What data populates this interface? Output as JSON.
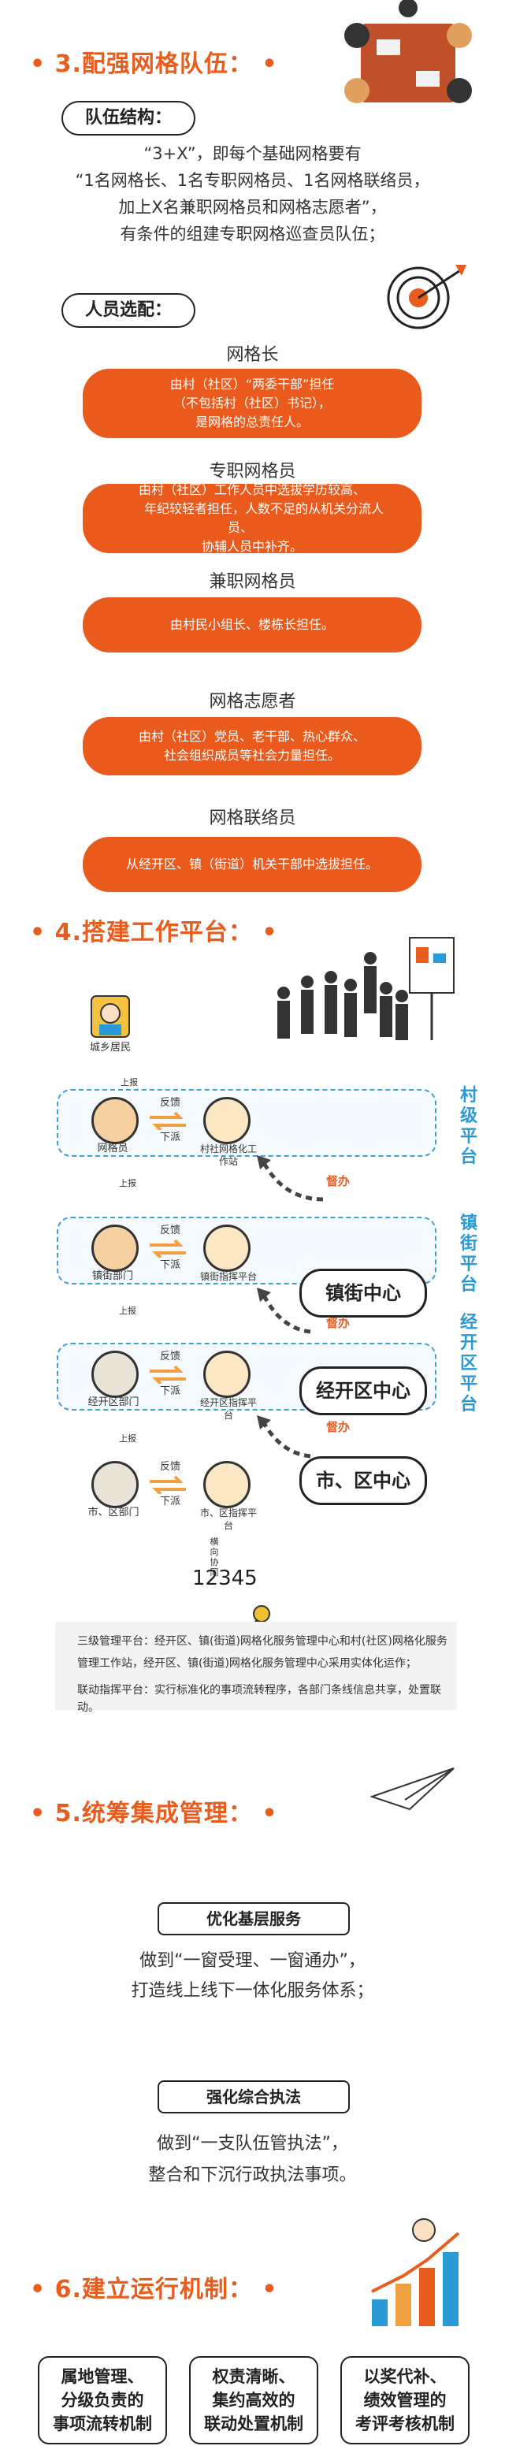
{
  "sec3": {
    "title": "3.配强网格队伍：",
    "structure_label": "队伍结构：",
    "structure_text": [
      "“3+X”，即每个基础网格要有",
      "“1名网格长、1名专职网格员、1名网格联络员，",
      "加上X名兼职网格员和网格志愿者”，",
      "有条件的组建专职网格巡查员队伍；"
    ],
    "selection_label": "人员选配：",
    "roles": [
      {
        "name": "网格长",
        "desc": [
          "由村（社区）“两委干部”担任",
          "（不包括村（社区）书记），",
          "是网格的总责任人。"
        ]
      },
      {
        "name": "专职网格员",
        "desc": [
          "由村（社区）工作人员中选拔学历较高、",
          "年纪较轻者担任，人数不足的从机关分流人员、",
          "协辅人员中补齐。"
        ]
      },
      {
        "name": "兼职网格员",
        "desc": [
          "由村民小组长、楼栋长担任。"
        ]
      },
      {
        "name": "网格志愿者",
        "desc": [
          "由村（社区）党员、老干部、热心群众、",
          "社会组织成员等社会力量担任。"
        ]
      },
      {
        "name": "网格联络员",
        "desc": [
          "从经开区、镇（街道）机关干部中选拔担任。"
        ]
      }
    ]
  },
  "sec4": {
    "title": "4.搭建工作平台：",
    "resident": "城乡居民",
    "levels": [
      {
        "left": "网格员",
        "right": "村社网格化工作站",
        "side": "村级平台"
      },
      {
        "left": "镇街部门",
        "right": "镇街指挥平台",
        "side": "镇街平台",
        "center": "镇街中心"
      },
      {
        "left": "经开区部门",
        "right": "经开区指挥平台",
        "side": "经开区平台",
        "center": "经开区中心"
      },
      {
        "left": "市、区部门",
        "right": "市、区指挥平台",
        "center": "市、区中心"
      }
    ],
    "feedback": "反馈",
    "report": "上报",
    "dispatch": "下派",
    "supervise": "督办",
    "hotline": "12345",
    "vertical_link": "横向协同",
    "notes": [
      "三级管理平台：经开区、镇(街道)网格化服务管理中心和村(社区)网格化服务",
      "管理工作站，经开区、镇(街道)网格化服务管理中心采用实体化运作；",
      "联动指挥平台：实行标准化的事项流转程序，各部门条线信息共享，处置联动。"
    ]
  },
  "sec5": {
    "title": "5.统筹集成管理：",
    "item1_head": "优化基层服务",
    "item1_text": [
      "做到“一窗受理、一窗通办”，",
      "打造线上线下一体化服务体系；"
    ],
    "item2_head": "强化综合执法",
    "item2_text": [
      "做到“一支队伍管执法”，",
      "整合和下沉行政执法事项。"
    ]
  },
  "sec6": {
    "title": "6.建立运行机制：",
    "mechanisms": [
      [
        "属地管理、",
        "分级负责的",
        "事项流转机制"
      ],
      [
        "权责清晰、",
        "集约高效的",
        "联动处置机制"
      ],
      [
        "以奖代补、",
        "绩效管理的",
        "考评考核机制"
      ]
    ]
  },
  "colors": {
    "accent": "#e85d1e",
    "blue": "#2a9ad6",
    "orange_box": "#ea5a1c"
  }
}
